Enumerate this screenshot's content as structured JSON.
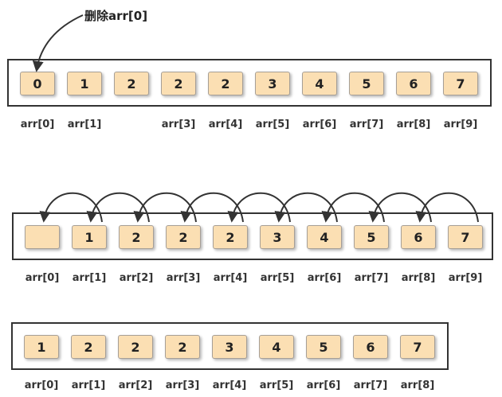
{
  "annotation": "删除arr[0]",
  "rows": [
    {
      "cells": [
        "0",
        "1",
        "2",
        "2",
        "2",
        "3",
        "4",
        "5",
        "6",
        "7"
      ],
      "labels": [
        "arr[0]",
        "arr[1]",
        "",
        "arr[3]",
        "arr[4]",
        "arr[5]",
        "arr[6]",
        "arr[7]",
        "arr[8]",
        "arr[9]"
      ]
    },
    {
      "cells": [
        "",
        "1",
        "2",
        "2",
        "2",
        "3",
        "4",
        "5",
        "6",
        "7"
      ],
      "labels": [
        "arr[0]",
        "arr[1]",
        "arr[2]",
        "arr[3]",
        "arr[4]",
        "arr[5]",
        "arr[6]",
        "arr[7]",
        "arr[8]",
        "arr[9]"
      ]
    },
    {
      "cells": [
        "1",
        "2",
        "2",
        "2",
        "3",
        "4",
        "5",
        "6",
        "7"
      ],
      "labels": [
        "arr[0]",
        "arr[1]",
        "arr[2]",
        "arr[3]",
        "arr[4]",
        "arr[5]",
        "arr[6]",
        "arr[7]",
        "arr[8]"
      ]
    }
  ],
  "colors": {
    "cell_fill": "#fbdfb3",
    "cell_border": "#a69f97",
    "frame": "#333333",
    "arrow": "#333333"
  }
}
